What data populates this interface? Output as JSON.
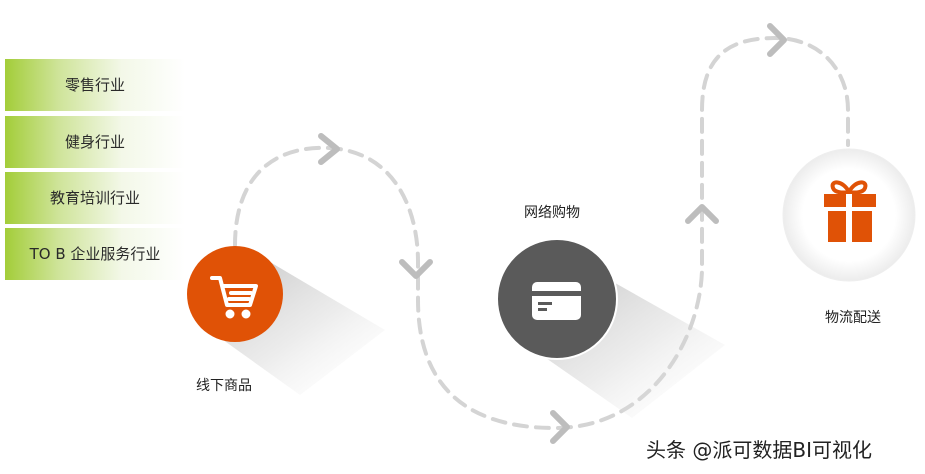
{
  "industries": [
    {
      "label": "零售行业"
    },
    {
      "label": "健身行业"
    },
    {
      "label": "教育培训行业"
    },
    {
      "label": "TO B 企业服务行业"
    }
  ],
  "nodes": {
    "offline": {
      "label": "线下商品",
      "icon": "shopping-cart-icon",
      "color": "#e05206"
    },
    "online": {
      "label": "网络购物",
      "icon": "credit-card-icon",
      "color": "#5a5a5a"
    },
    "logistics": {
      "label": "物流配送",
      "icon": "gift-icon",
      "color": "#e05206"
    }
  },
  "watermark": "头条 @派可数据BI可视化",
  "colors": {
    "accent_orange": "#e05206",
    "accent_green": "#a3cd39",
    "path_gray": "#d4d4d4",
    "arrow_gray": "#bdbdbd",
    "node_dark": "#5a5a5a"
  }
}
